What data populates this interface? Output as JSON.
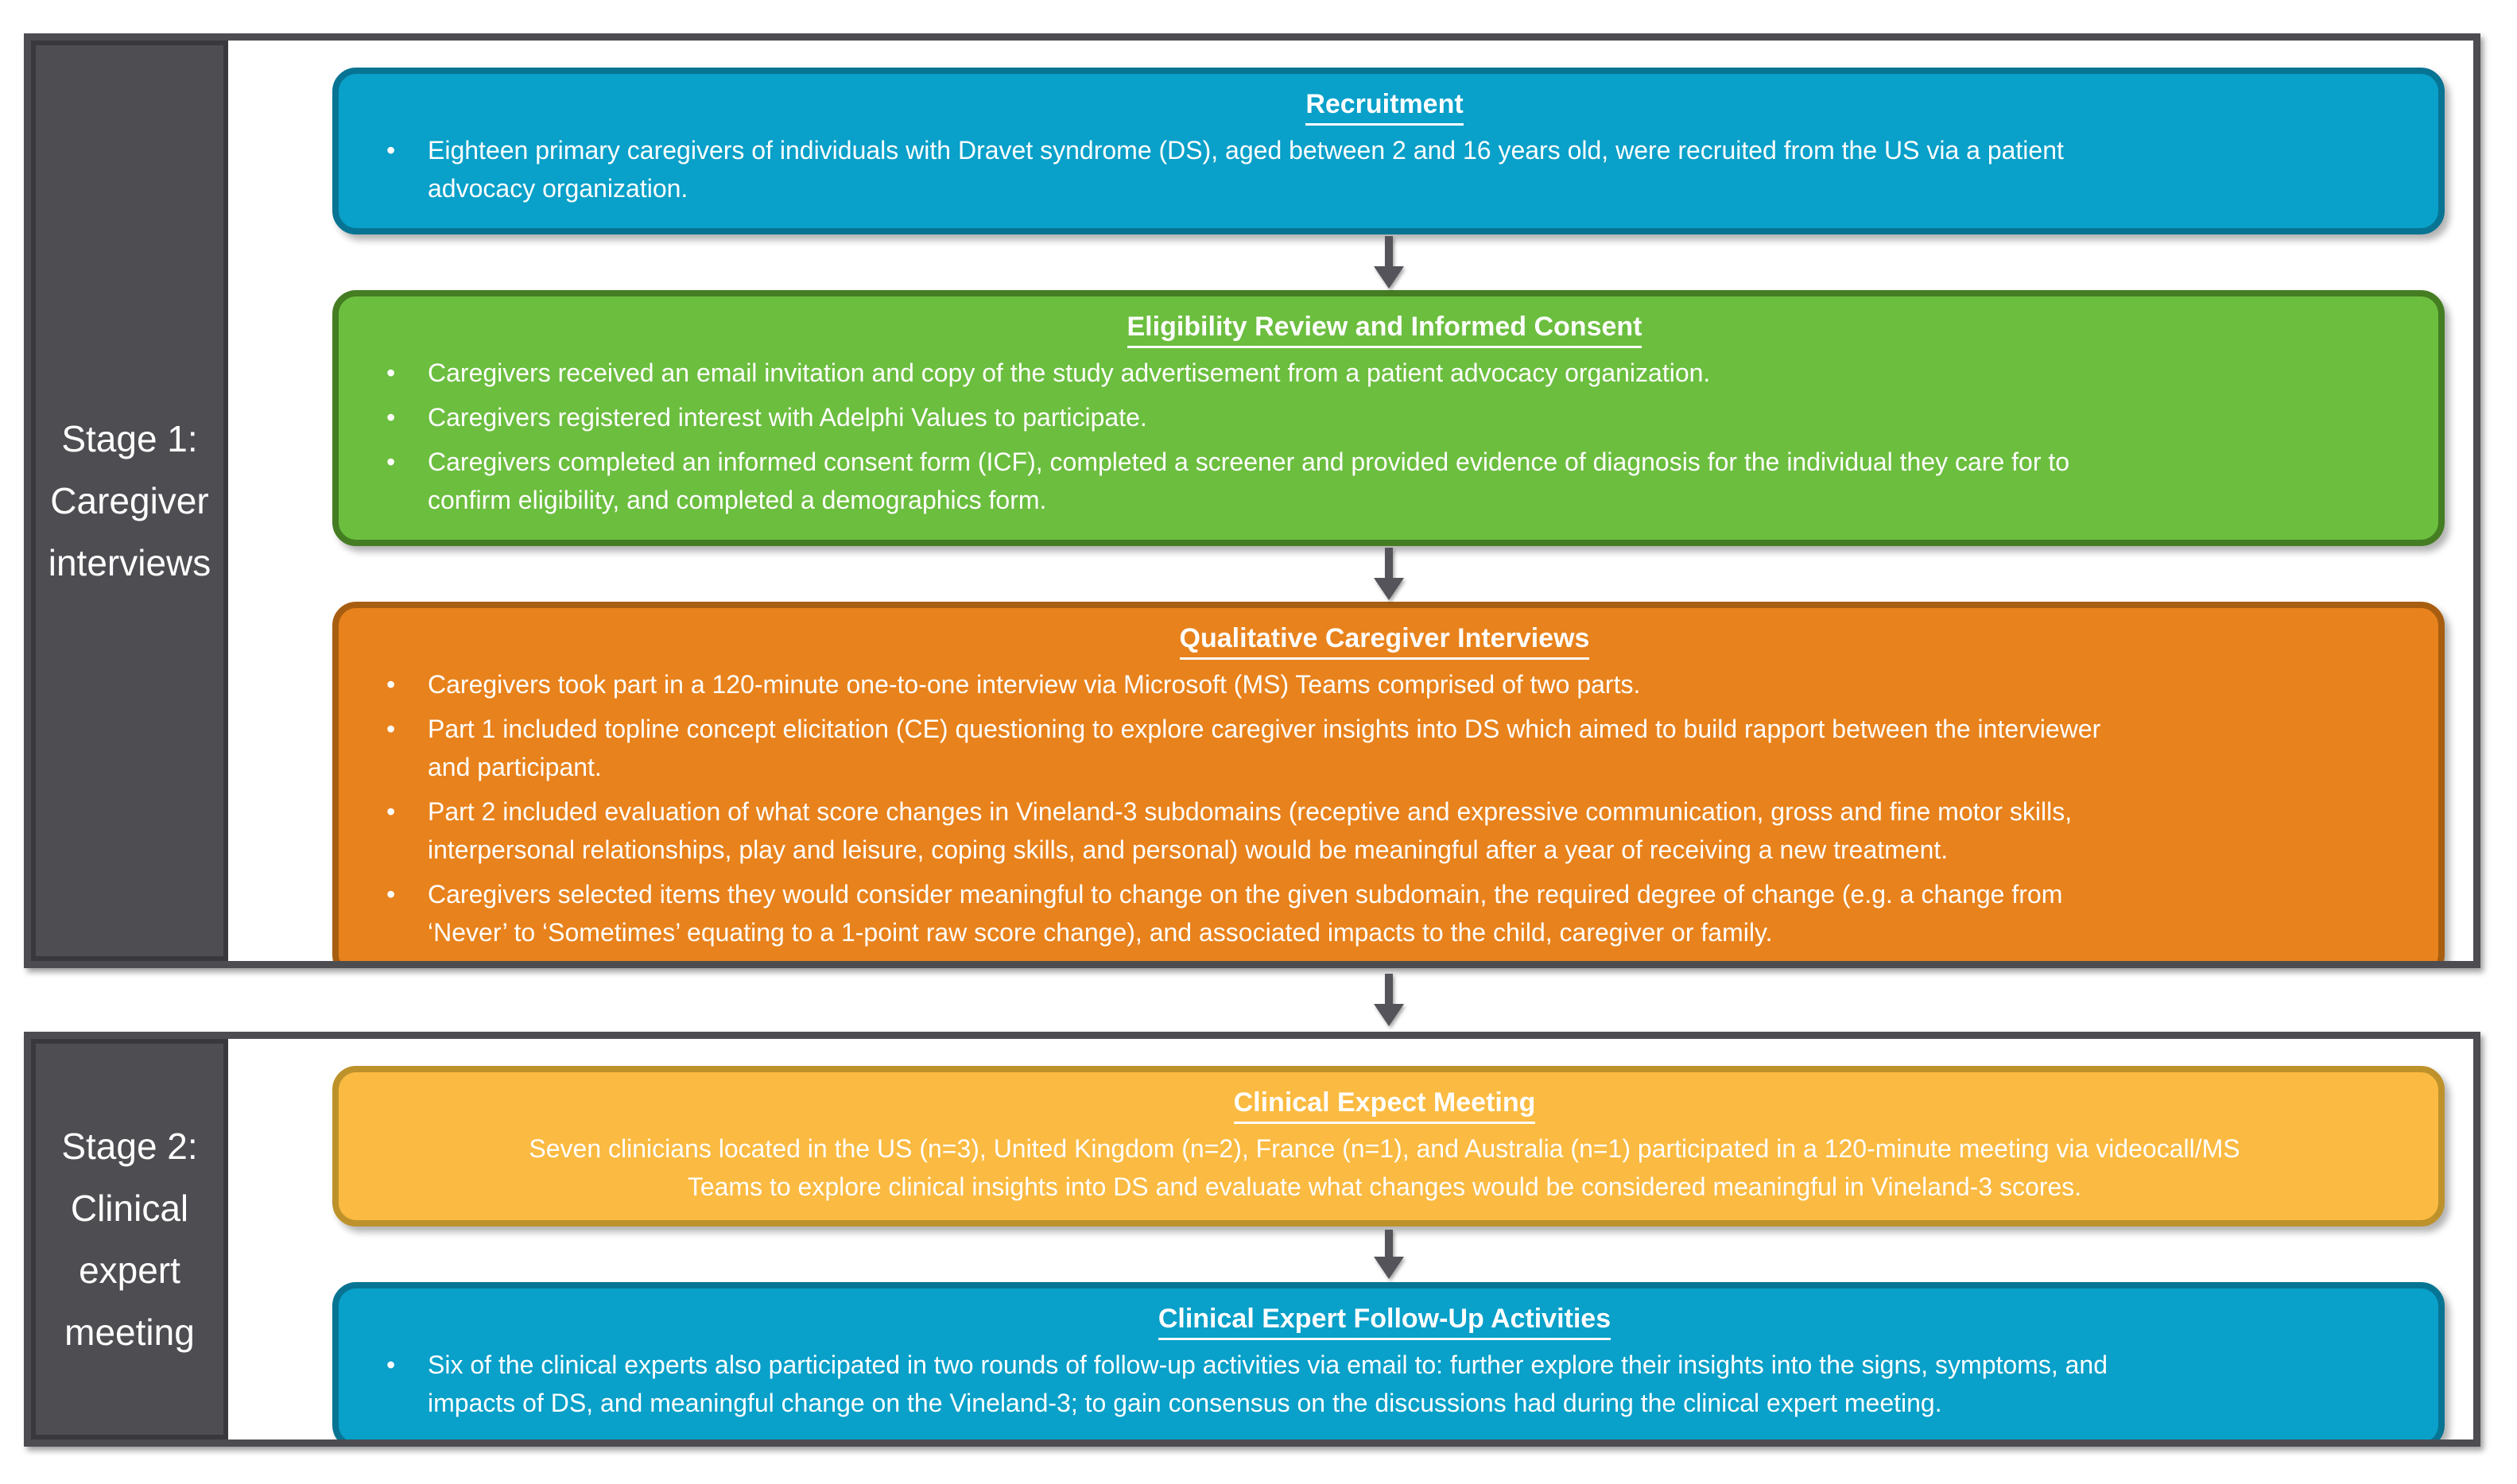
{
  "stage1": {
    "label": "Stage 1:\nCaregiver\ninterviews",
    "boxes": [
      {
        "title": "Recruitment",
        "bullets": [
          "Eighteen primary caregivers of individuals with Dravet syndrome (DS), aged between 2 and 16 years old, were recruited from the US via a patient\nadvocacy organization."
        ]
      },
      {
        "title": "Eligibility Review and Informed Consent",
        "bullets": [
          "Caregivers received an email invitation and copy of the study advertisement from a patient advocacy organization.",
          "Caregivers registered interest with Adelphi Values to participate.",
          "Caregivers completed an informed consent form (ICF), completed a screener and provided evidence of diagnosis for the individual they care for to\nconfirm eligibility, and completed a demographics form."
        ]
      },
      {
        "title": "Qualitative Caregiver Interviews",
        "bullets": [
          "Caregivers took part in a 120-minute one-to-one interview via Microsoft (MS) Teams comprised of two parts.",
          "Part 1 included topline concept elicitation (CE) questioning to explore caregiver insights into DS which aimed to build rapport between the interviewer\nand participant.",
          "Part 2 included evaluation of what score changes in Vineland-3 subdomains (receptive and expressive communication, gross and fine motor skills,\ninterpersonal relationships, play and leisure, coping skills, and personal) would be meaningful after a year of receiving a new treatment.",
          "Caregivers selected items they would consider meaningful to change on the given subdomain, the required degree of change (e.g. a change from\n‘Never’ to ‘Sometimes’ equating to a 1-point raw score change), and associated impacts to the child, caregiver or family."
        ]
      }
    ]
  },
  "stage2": {
    "label": "Stage 2:\nClinical\nexpert\nmeeting",
    "boxes": [
      {
        "title": "Clinical Expect Meeting",
        "text": "Seven clinicians located in the US (n=3), United Kingdom (n=2), France (n=1), and Australia (n=1) participated in a 120-minute meeting via videocall/MS\nTeams to explore clinical insights into DS and evaluate what changes would be considered meaningful in Vineland-3 scores."
      },
      {
        "title": "Clinical Expert Follow-Up Activities",
        "bullets": [
          "Six of the clinical experts also participated in two rounds of follow-up activities via email to: further explore their insights into the signs, symptoms, and\nimpacts of DS, and meaningful change on the Vineland-3; to gain consensus on the discussions had during the clinical expert meeting."
        ]
      }
    ]
  },
  "colors": {
    "frame_gray": "#4C4C51",
    "sidebar_gray": "#4D4D52",
    "arrow_gray": "#54545A",
    "recruitment_blue": "#09A0C9",
    "recruitment_blue_border": "#077493",
    "eligibility_green": "#6CBE3F",
    "eligibility_green_border": "#447D22",
    "interviews_orange": "#E8821C",
    "interviews_orange_border": "#A85E10",
    "expert_meeting_amber": "#FBBA41",
    "expert_meeting_amber_border": "#BE922B",
    "followup_blue": "#09A0C9",
    "followup_blue_border": "#077493"
  }
}
